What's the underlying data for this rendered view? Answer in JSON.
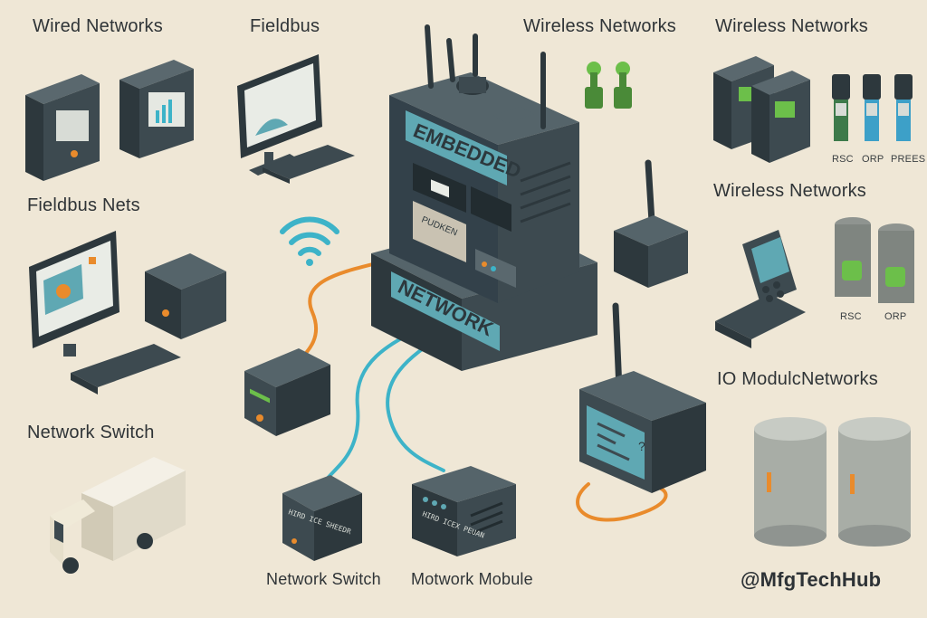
{
  "labels": {
    "wired_networks": "Wired Networks",
    "fieldbus": "Fieldbus",
    "wireless_networks_top_center": "Wireless Networks",
    "wireless_networks_top_right": "Wireless Networks",
    "fieldbus_nets": "Fieldbus Nets",
    "wireless_networks_right": "Wireless Networks",
    "io_module_networks": "IO ModulcNetworks",
    "network_switch_left": "Network Switch",
    "network_switch_bottom": "Network Switch",
    "network_module_bottom": "Motwork Mobule"
  },
  "sensor_labels_top": [
    "RSC",
    "ORP",
    "PREES"
  ],
  "sensor_labels_right": [
    "RSC",
    "ORP"
  ],
  "tower": {
    "top_sign": "EMBEDDED",
    "bottom_sign": "NETWORK",
    "inner_panel": "PUDKEN"
  },
  "device_labels": {
    "switch_box_text": "HIRD ICE SHEEDR",
    "module_box_text": "HIRD ICEX PEUAN",
    "router_screen_text": "?"
  },
  "credit": "@MfgTechHub",
  "colors": {
    "background": "#efe7d6",
    "device_dark": "#3d4a50",
    "device_side": "#2d383d",
    "teal_screen": "#5fa8b3",
    "orange_cable": "#e98b2c",
    "teal_cable": "#3db3c8",
    "green_accent": "#6cbf4a"
  }
}
